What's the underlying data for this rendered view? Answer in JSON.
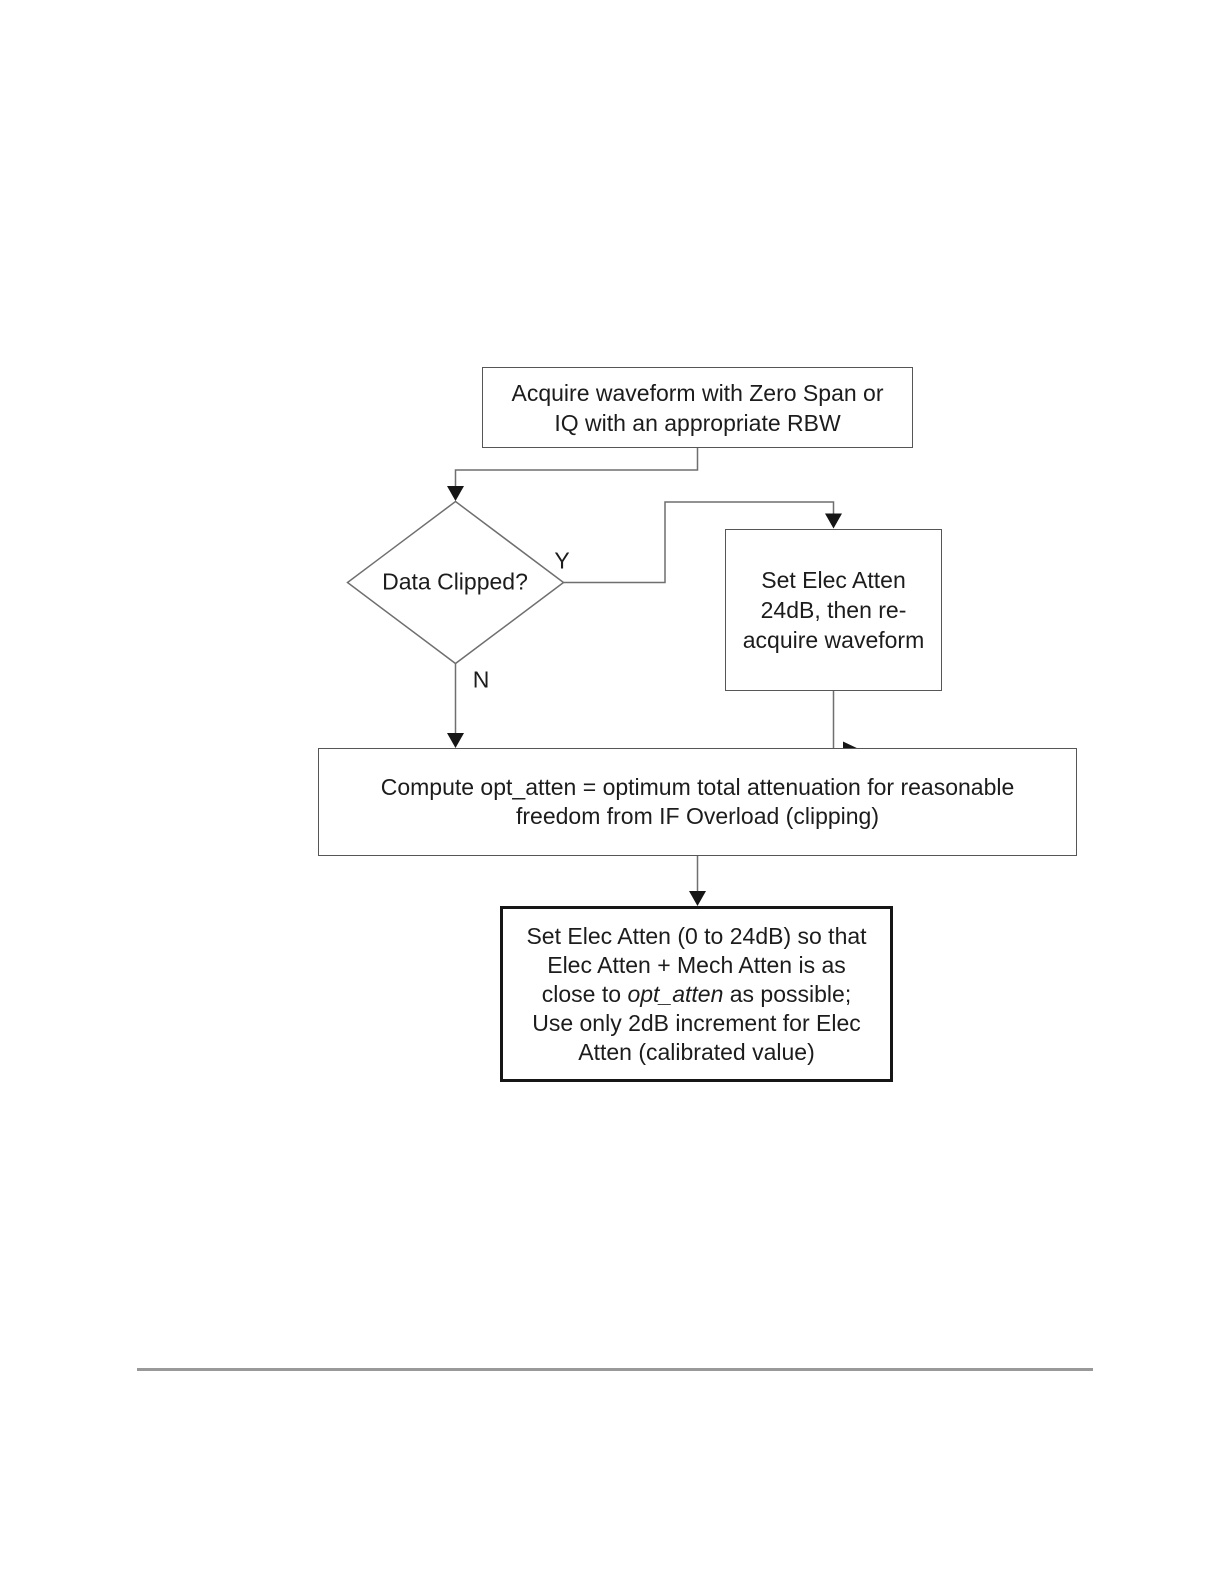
{
  "page": {
    "background_color": "#ffffff",
    "footer_rule_color": "#999999"
  },
  "flowchart": {
    "colors": {
      "box_border": "#565656",
      "final_box_border": "#161616",
      "connector_line": "#6f6f6f",
      "arrowhead": "#161616",
      "text": "#1c1c1c",
      "node_fill": "#ffffff"
    },
    "acquire": {
      "line1": "Acquire waveform with Zero Span or",
      "line2": "IQ with an appropriate RBW"
    },
    "decision": {
      "label": "Data Clipped?",
      "yes_label": "Y",
      "no_label": "N"
    },
    "set_elec": {
      "line1": "Set Elec Atten",
      "line2": "24dB, then re-",
      "line3": "acquire waveform"
    },
    "compute": {
      "line1": "Compute opt_atten = optimum total attenuation for reasonable",
      "line2": "freedom from IF Overload (clipping)"
    },
    "final": {
      "line1": "Set Elec Atten (0 to 24dB) so that",
      "line2": "Elec Atten + Mech Atten is as",
      "line3_pre": "close to ",
      "line3_italic": "opt_atten",
      "line3_post": " as possible;",
      "line4": "Use only 2dB increment for Elec",
      "line5": "Atten (calibrated value)"
    }
  }
}
